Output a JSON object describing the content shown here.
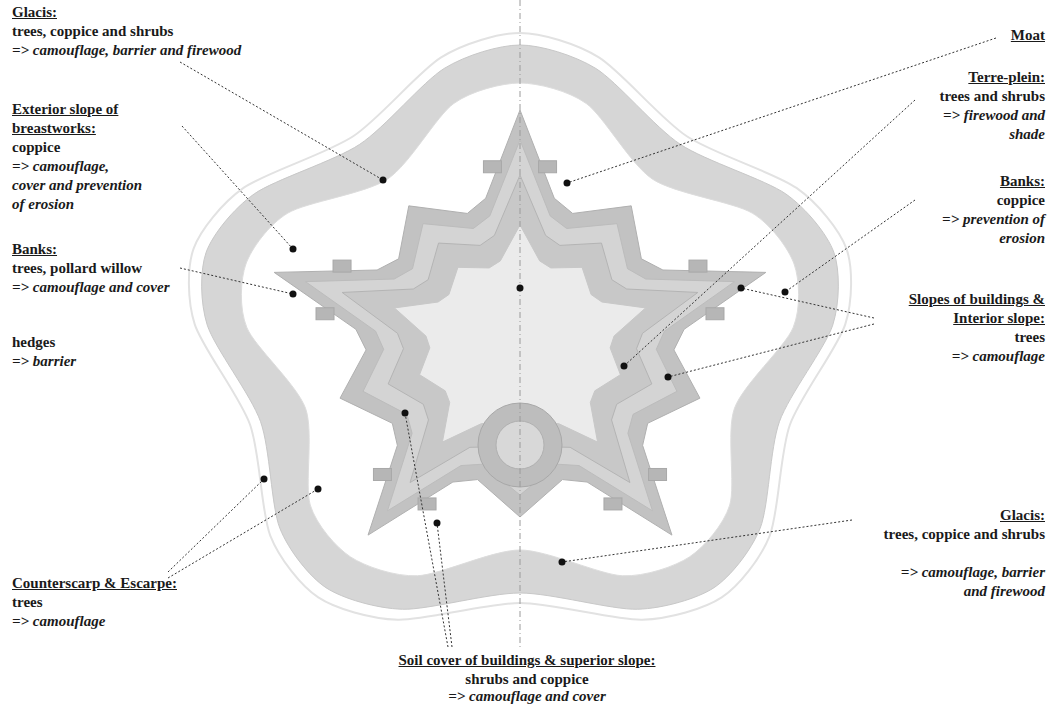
{
  "diagram": {
    "labels": [
      "Glacis:",
      "trees, coppice and shrubs",
      "=> camouflage, barrier and firewood",
      "Exterior slope of breastworks:",
      "coppice",
      "=> camouflage, cover and prevention of erosion",
      "Banks:",
      "trees, pollard willow",
      "=> camouflage and cover",
      "hedges",
      "=> barrier",
      "Counterscarp & Escarpe:",
      "trees",
      "=> camouflage",
      "Soil cover of buildings & superior slope:",
      "shrubs and coppice",
      "=> camouflage and cover",
      "Moat",
      "Terre-plein:",
      "trees and shrubs",
      "=> firewood and shade",
      "Banks:",
      "coppice",
      "=> prevention of erosion",
      "Slopes of buildings & Interior slope:",
      "trees",
      "=> camouflage",
      "Glacis:",
      "trees, coppice and shrubs",
      "=> camouflage, barrier and firewood"
    ]
  }
}
